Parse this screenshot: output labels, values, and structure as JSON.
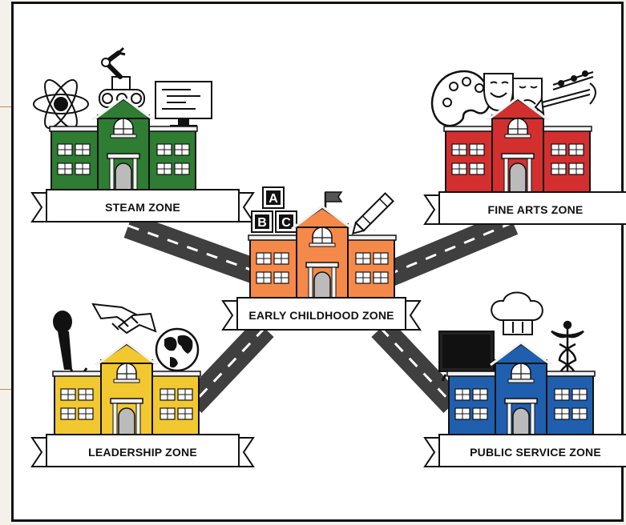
{
  "zones": {
    "steam": {
      "label": "STEAM ZONE",
      "color": "#2e7d32"
    },
    "fine_arts": {
      "label": "FINE ARTS ZONE",
      "color": "#d32f2f"
    },
    "early": {
      "label": "EARLY CHILDHOOD ZONE",
      "color": "#f5894a"
    },
    "leadership": {
      "label": "LEADERSHIP ZONE",
      "color": "#f2c830"
    },
    "public_service": {
      "label": "PUBLIC SERVICE ZONE",
      "color": "#1f5fae"
    }
  },
  "blocks": [
    "A",
    "B",
    "C"
  ],
  "colors": {
    "road": "#3f3f3f",
    "road_dash": "#ffffff",
    "outline": "#111111",
    "frame_accent": "#b8914a"
  }
}
